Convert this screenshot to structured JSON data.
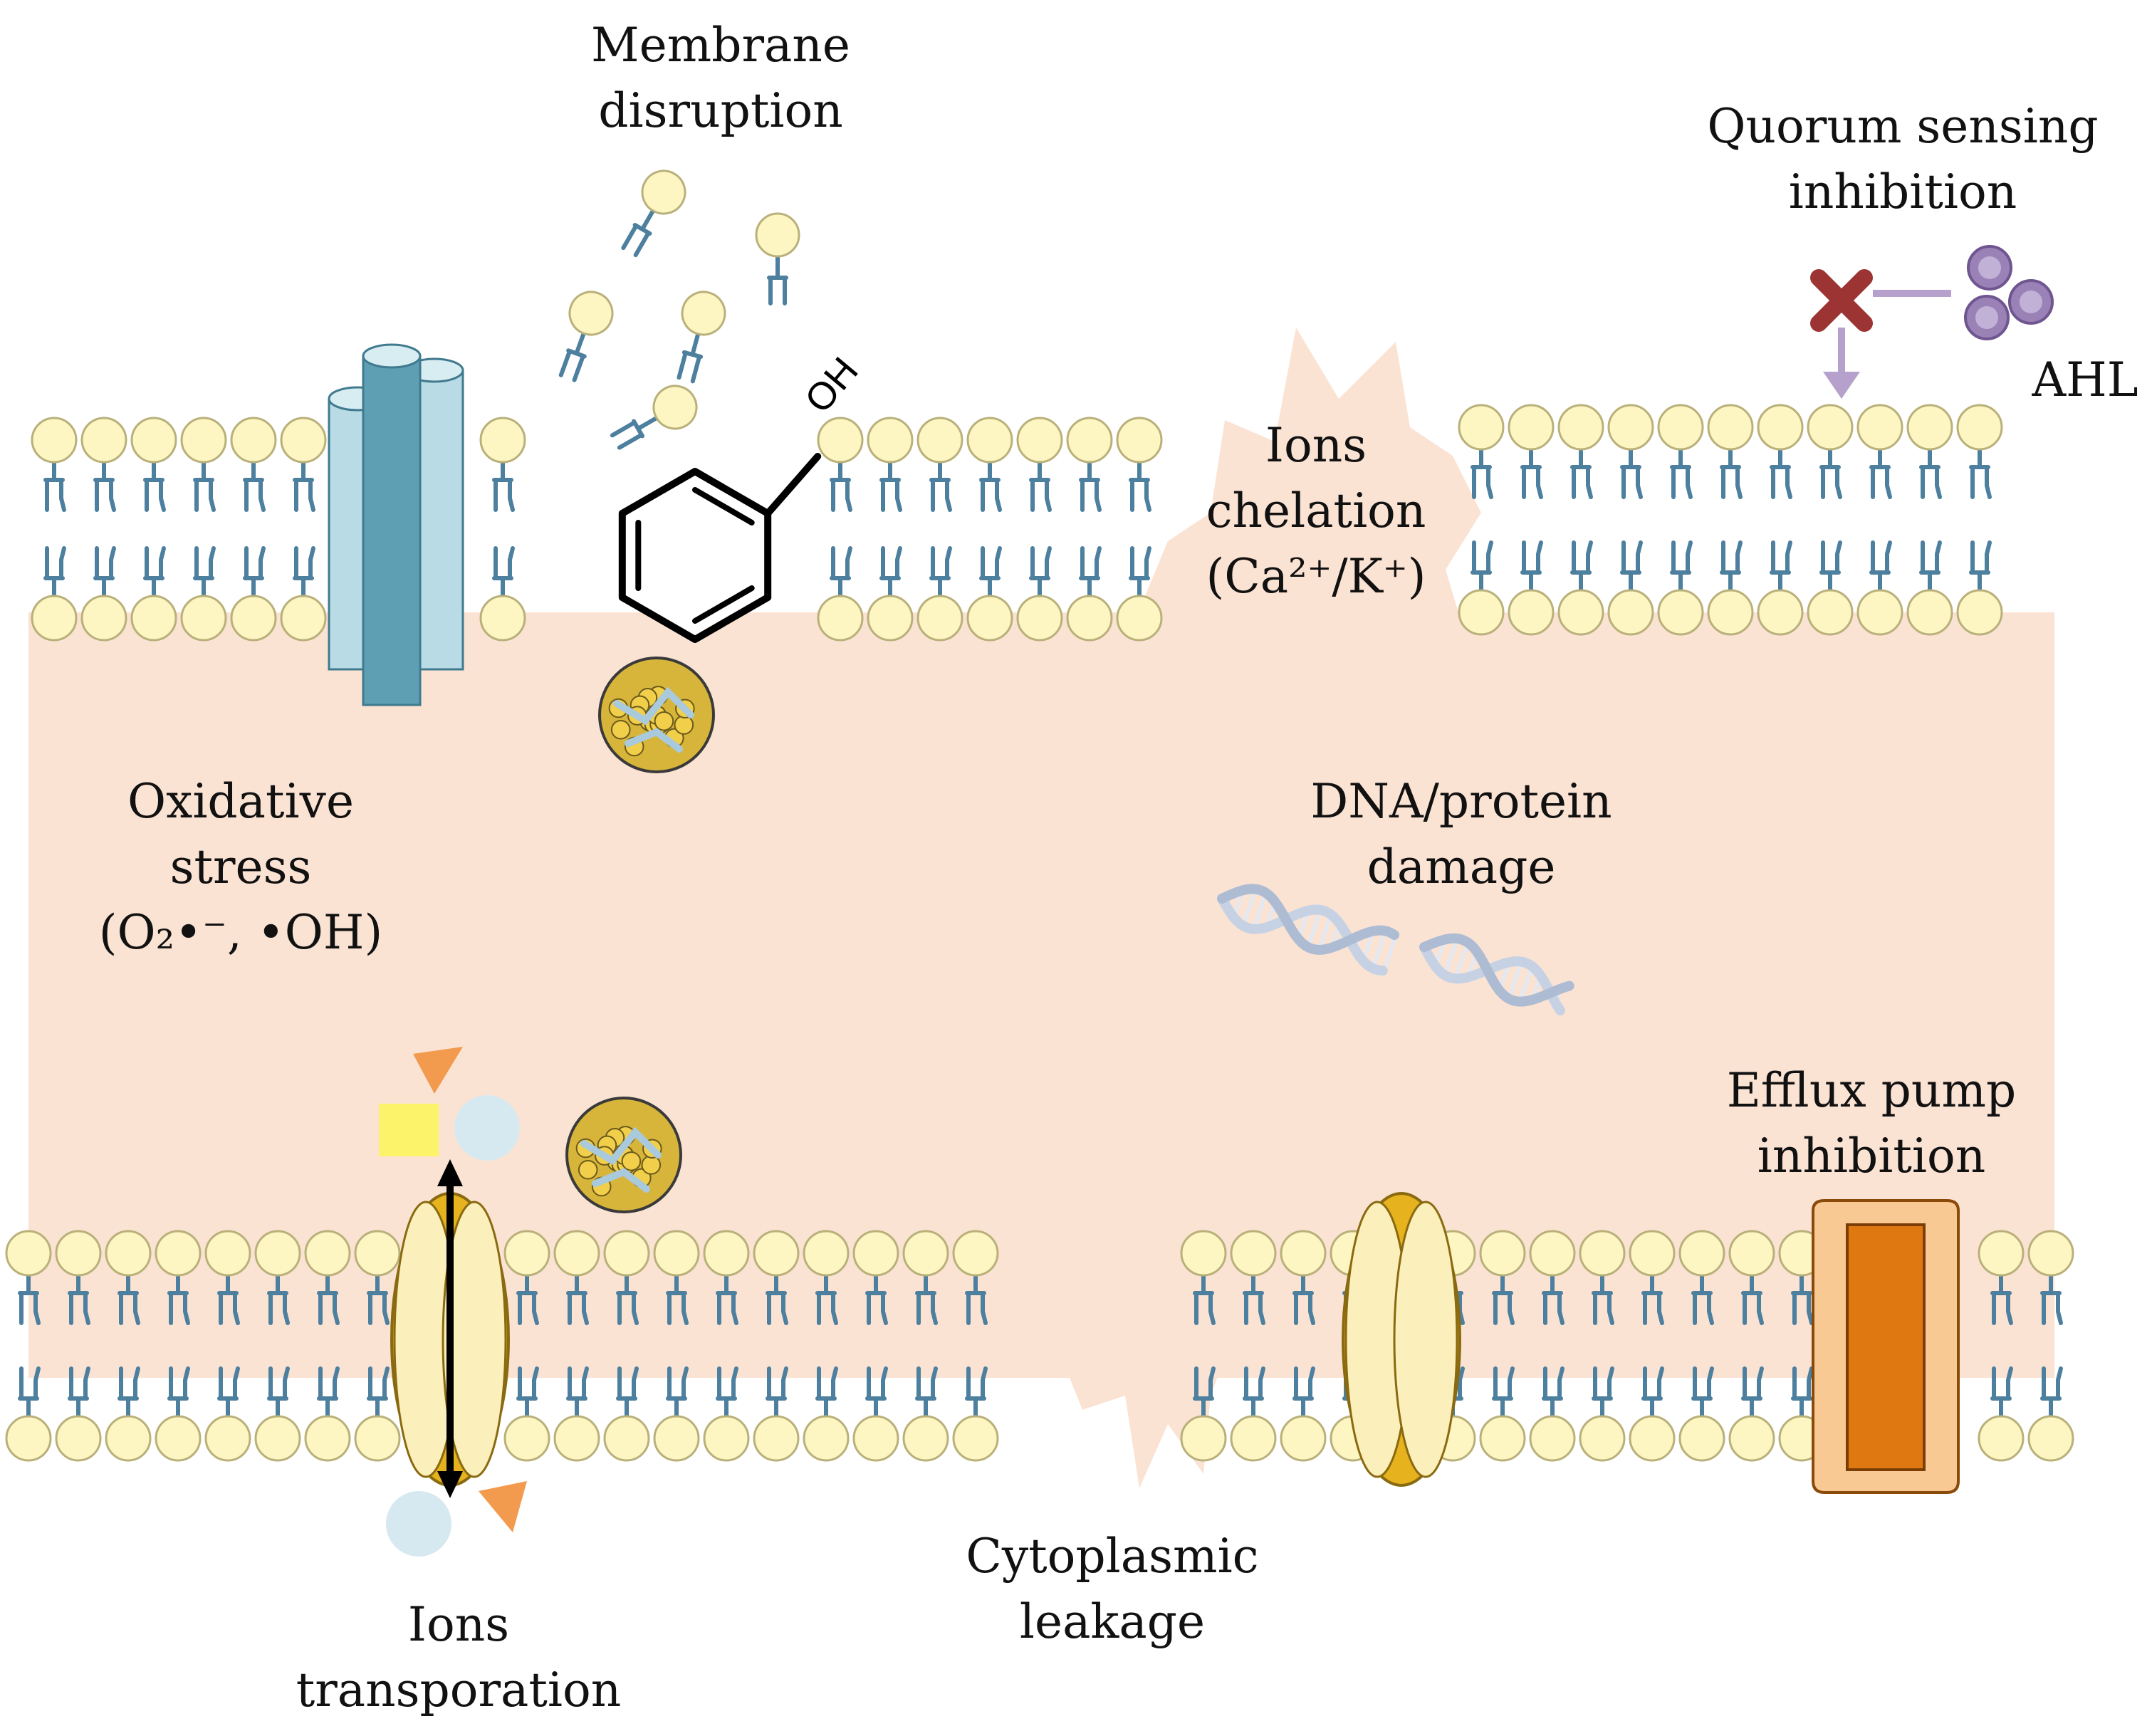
{
  "labels": {
    "membrane_disruption": [
      "Membrane",
      "disruption"
    ],
    "quorum_sensing": [
      "Quorum sensing",
      "inhibition"
    ],
    "ahl": "AHL",
    "ions_chelation": [
      "Ions",
      "chelation",
      "(Ca²⁺/K⁺)"
    ],
    "oxidative_stress": [
      "Oxidative",
      "stress",
      "(O₂•⁻, •OH)"
    ],
    "dna_protein": [
      "DNA/protein",
      "damage"
    ],
    "efflux_pump": [
      "Efflux pump",
      "inhibition"
    ],
    "ions_transport": [
      "Ions",
      "transporation"
    ],
    "cytoplasmic_leakage": [
      "Cytoplasmic",
      "leakage"
    ],
    "oh": "OH"
  },
  "colors": {
    "cytoplasm": "#fbe3d4",
    "lipid_head": "#fdf6c3",
    "lipid_head_stroke": "#b9b07a",
    "lipid_tail": "#4d7f9e",
    "channel_blue": "#b9dbe5",
    "channel_blue_dark": "#5f9fb4",
    "porin_yellow": "#fbefbb",
    "porin_gold": "#e6b21e",
    "efflux_orange": "#f9c994",
    "efflux_dark": "#e07812",
    "ahl_purple": "#9a82b7",
    "inhibit_red": "#9c3434",
    "inhibit_line": "#b5a1cc",
    "nanoparticle": "#d7b53a",
    "ion_blue": "#d6e9f0",
    "ion_yellow": "#fdf36a",
    "ion_orange": "#f29a4e",
    "dna": "#c6d2e4"
  }
}
